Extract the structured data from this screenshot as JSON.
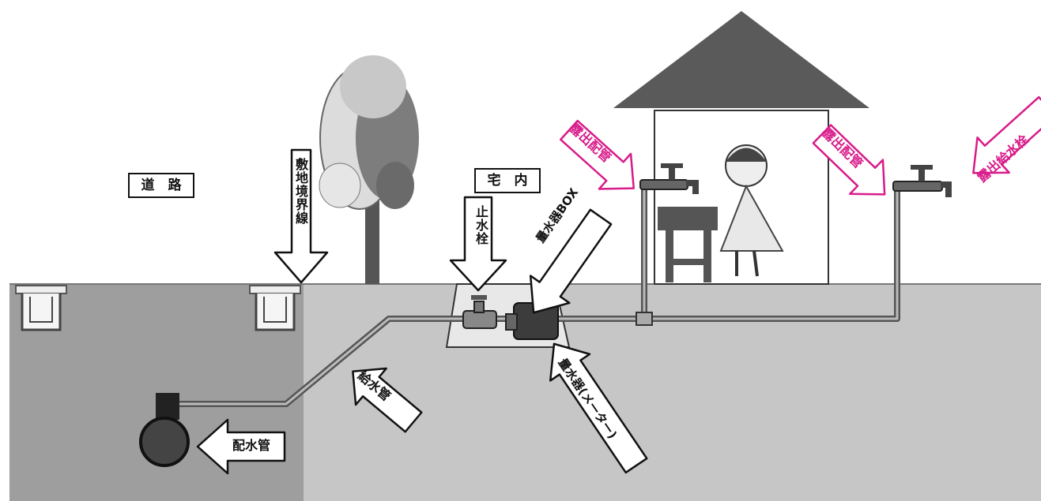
{
  "labels": {
    "road": "道　路",
    "premises": "宅　内",
    "boundary": "敷地境界線",
    "stop_valve": "止水栓",
    "meter_box": "量水器BOX",
    "meter": "量水器(メーター)",
    "service_pipe": "給水管",
    "distribution_main": "配水管",
    "exposed_pipe_1": "露出配管",
    "exposed_pipe_2": "露出配管",
    "exposed_faucet": "露出給水栓"
  },
  "colors": {
    "label_text": "#111111",
    "callout_accent": "#d81b8a",
    "road_ground": "#9e9e9e",
    "premises_ground": "#c6c6c6"
  }
}
